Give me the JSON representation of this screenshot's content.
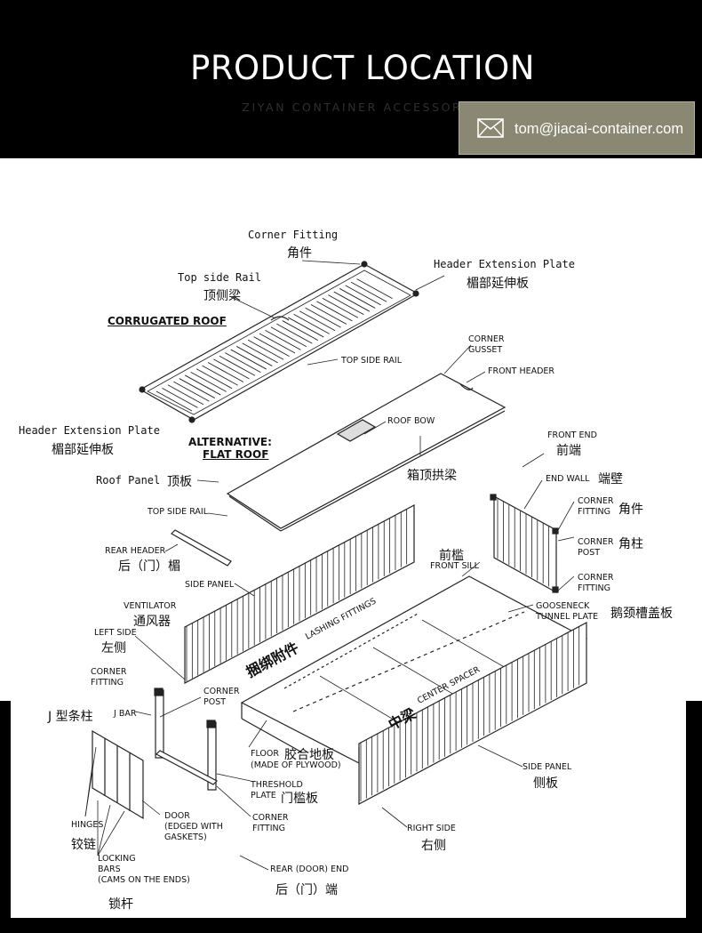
{
  "header": {
    "title": "PRODUCT LOCATION",
    "subtitle": "ZIYAN CONTAINER ACCESSORIES",
    "email": "tom@jiacai-container.com"
  },
  "icons": {
    "email": "mail-envelope-icon"
  },
  "labels": {
    "corner_fitting_top": "Corner Fitting",
    "corner_fitting_top_zh": "角件",
    "header_ext_right": "Header Extension Plate",
    "header_ext_right_zh": "楣部延伸板",
    "top_side_rail_a": "Top side Rail",
    "top_side_rail_a_zh": "顶侧梁",
    "corrugated_roof": "CORRUGATED ROOF",
    "top_side_rail_b": "TOP SIDE RAIL",
    "corner_gusset": "CORNER\nGUSSET",
    "front_header": "FRONT HEADER",
    "roof_bow": "ROOF BOW",
    "roof_bow_zh": "箱顶拱梁",
    "header_ext_left": "Header Extension Plate",
    "header_ext_left_zh": "楣部延伸板",
    "alternative": "ALTERNATIVE:",
    "flat_roof": "FLAT ROOF",
    "roof_panel": "Roof Panel",
    "roof_panel_zh": "顶板",
    "top_side_rail_c": "TOP SIDE RAIL",
    "front_end": "FRONT END",
    "front_end_zh": "前端",
    "end_wall": "END WALL",
    "end_wall_zh": "端壁",
    "corner_fitting_r1": "CORNER\nFITTING",
    "corner_fitting_r1_zh": "角件",
    "corner_post_r": "CORNER\nPOST",
    "corner_post_r_zh": "角柱",
    "corner_fitting_r2": "CORNER\nFITTING",
    "rear_header": "REAR HEADER",
    "rear_header_zh": "后（门）楣",
    "front_sill_zh": "前槛",
    "front_sill": "FRONT SILL",
    "side_panel_l": "SIDE PANEL",
    "gooseneck": "GOOSENECK\nTUNNEL PLATE",
    "gooseneck_zh": "鹅颈槽盖板",
    "ventilator": "VENTILATOR",
    "ventilator_zh": "通风器",
    "lashing": "LASHING FITTINGS",
    "lashing_zh": "捆绑附件",
    "left_side": "LEFT SIDE",
    "left_side_zh": "左侧",
    "center_spacer": "CENTER SPACER",
    "center_spacer_zh": "中梁",
    "corner_fitting_l": "CORNER\nFITTING",
    "corner_post_l": "CORNER\nPOST",
    "j_bar_zh": "J 型条柱",
    "j_bar": "J BAR",
    "floor": "FLOOR",
    "floor_zh": "胶合地板",
    "floor_sub": "(MADE OF PLYWOOD)",
    "threshold": "THRESHOLD\nPLATE",
    "threshold_zh": "门槛板",
    "side_panel_r": "SIDE PANEL",
    "side_panel_r_zh": "侧板",
    "hinges": "HINGES",
    "hinges_zh": "铰链",
    "door": "DOOR\n(EDGED WITH\nGASKETS)",
    "corner_fitting_b": "CORNER\nFITTING",
    "right_side": "RIGHT SIDE",
    "right_side_zh": "右侧",
    "locking_bars": "LOCKING\nBARS\n(CAMS ON THE ENDS)",
    "locking_bars_zh": "锁杆",
    "rear_door_end": "REAR (DOOR) END",
    "rear_door_end_zh": "后（门）端"
  }
}
